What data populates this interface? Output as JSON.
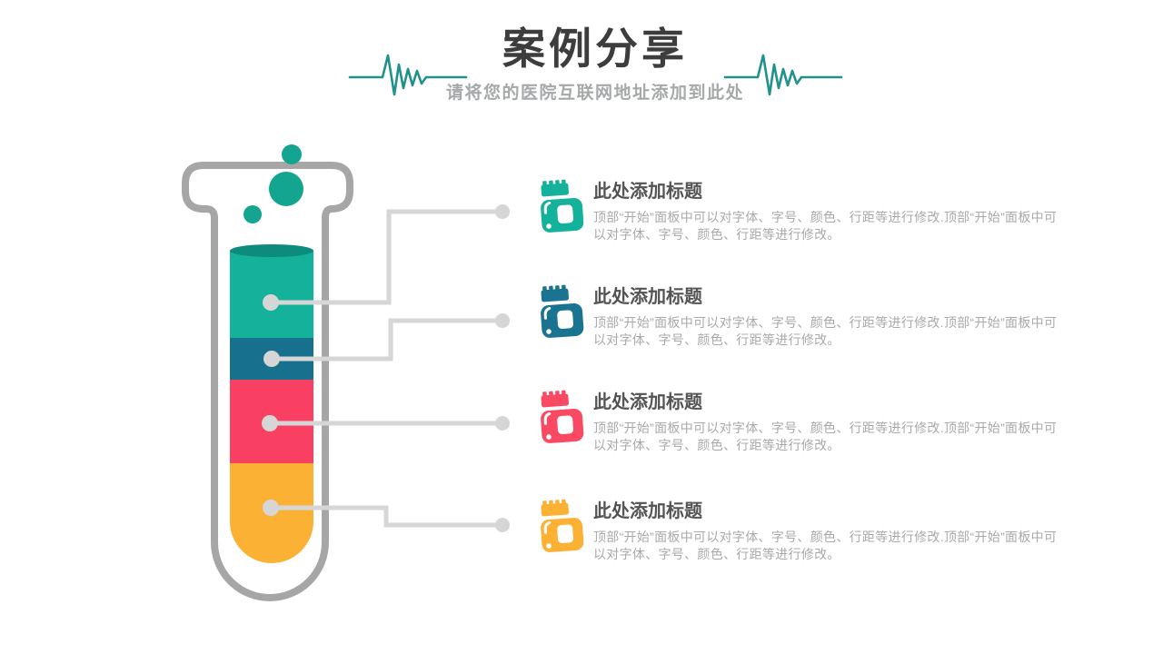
{
  "header": {
    "title": "案例分享",
    "subtitle": "请将您的医院互联网地址添加到此处",
    "accent_color": "#21918c",
    "title_color": "#3d3d3d",
    "subtitle_color": "#a5a9a9"
  },
  "tube": {
    "outline_color": "#a6a6a6",
    "connector_color": "#d6d6d6",
    "bubble_color": "#13a58f",
    "surface_color": "#0d8b7c",
    "segments": [
      {
        "name": "segment-1",
        "color": "#15b29b"
      },
      {
        "name": "segment-2",
        "color": "#17708d"
      },
      {
        "name": "segment-3",
        "color": "#fa4062"
      },
      {
        "name": "segment-4",
        "color": "#fbb234"
      }
    ]
  },
  "text_colors": {
    "item_title": "#545454",
    "item_body": "#a9a9a9"
  },
  "items": [
    {
      "title": "此处添加标题",
      "body": "顶部“开始”面板中可以对字体、字号、颜色、行距等进行修改.顶部“开始”面板中可以对字体、字号、颜色、行距等进行修改。",
      "color": "#15b29b"
    },
    {
      "title": "此处添加标题",
      "body": "顶部“开始”面板中可以对字体、字号、颜色、行距等进行修改.顶部“开始”面板中可以对字体、字号、颜色、行距等进行修改。",
      "color": "#1a7390"
    },
    {
      "title": "此处添加标题",
      "body": "顶部“开始”面板中可以对字体、字号、颜色、行距等进行修改.顶部“开始”面板中可以对字体、字号、颜色、行距等进行修改。",
      "color": "#fa4a63"
    },
    {
      "title": "此处添加标题",
      "body": "顶部“开始”面板中可以对字体、字号、颜色、行距等进行修改.顶部“开始”面板中可以对字体、字号、颜色、行距等进行修改。",
      "color": "#fbb234"
    }
  ]
}
